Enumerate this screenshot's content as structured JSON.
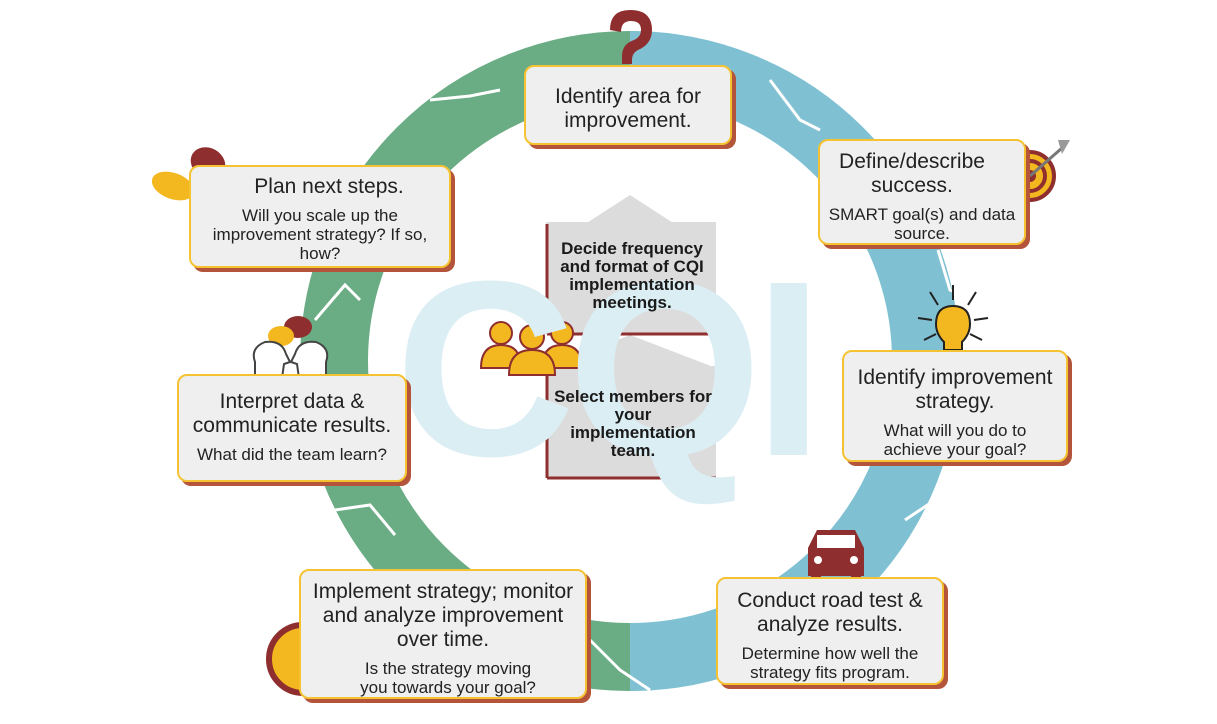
{
  "center": {
    "watermark": "CQI",
    "top_text": "Decide frequency and format of CQI implementation meetings.",
    "bottom_text": "Select members for your implementation team."
  },
  "steps": [
    {
      "title": "Identify area for improvement.",
      "subtitle": "",
      "icon": "question-mark-icon"
    },
    {
      "title": "Define/describe success.",
      "subtitle": "SMART goal(s) and data source.",
      "icon": "target-icon"
    },
    {
      "title": "Identify improvement strategy.",
      "subtitle": "What will you do to achieve your goal?",
      "icon": "lightbulb-icon"
    },
    {
      "title": "Conduct road test & analyze results.",
      "subtitle": "Determine how well the strategy fits program.",
      "icon": "car-icon"
    },
    {
      "title": "Implement strategy; monitor and analyze improvement over time.",
      "subtitle": "Is the strategy moving you towards your goal?",
      "icon": "clock-icon"
    },
    {
      "title": "Interpret data & communicate results.",
      "subtitle": "What did the team learn?",
      "icon": "discussion-heads-icon"
    },
    {
      "title": "Plan next steps.",
      "subtitle": "Will you scale up the improvement strategy? If so, how?",
      "icon": "footprints-icon"
    }
  ],
  "colors": {
    "cycle_green": "#6aac84",
    "cycle_blue": "#7fc1d3",
    "box_border": "#f5c331",
    "box_shadow": "#b4543a",
    "icon_maroon": "#8f2e2e",
    "icon_yellow": "#f3b71f"
  }
}
